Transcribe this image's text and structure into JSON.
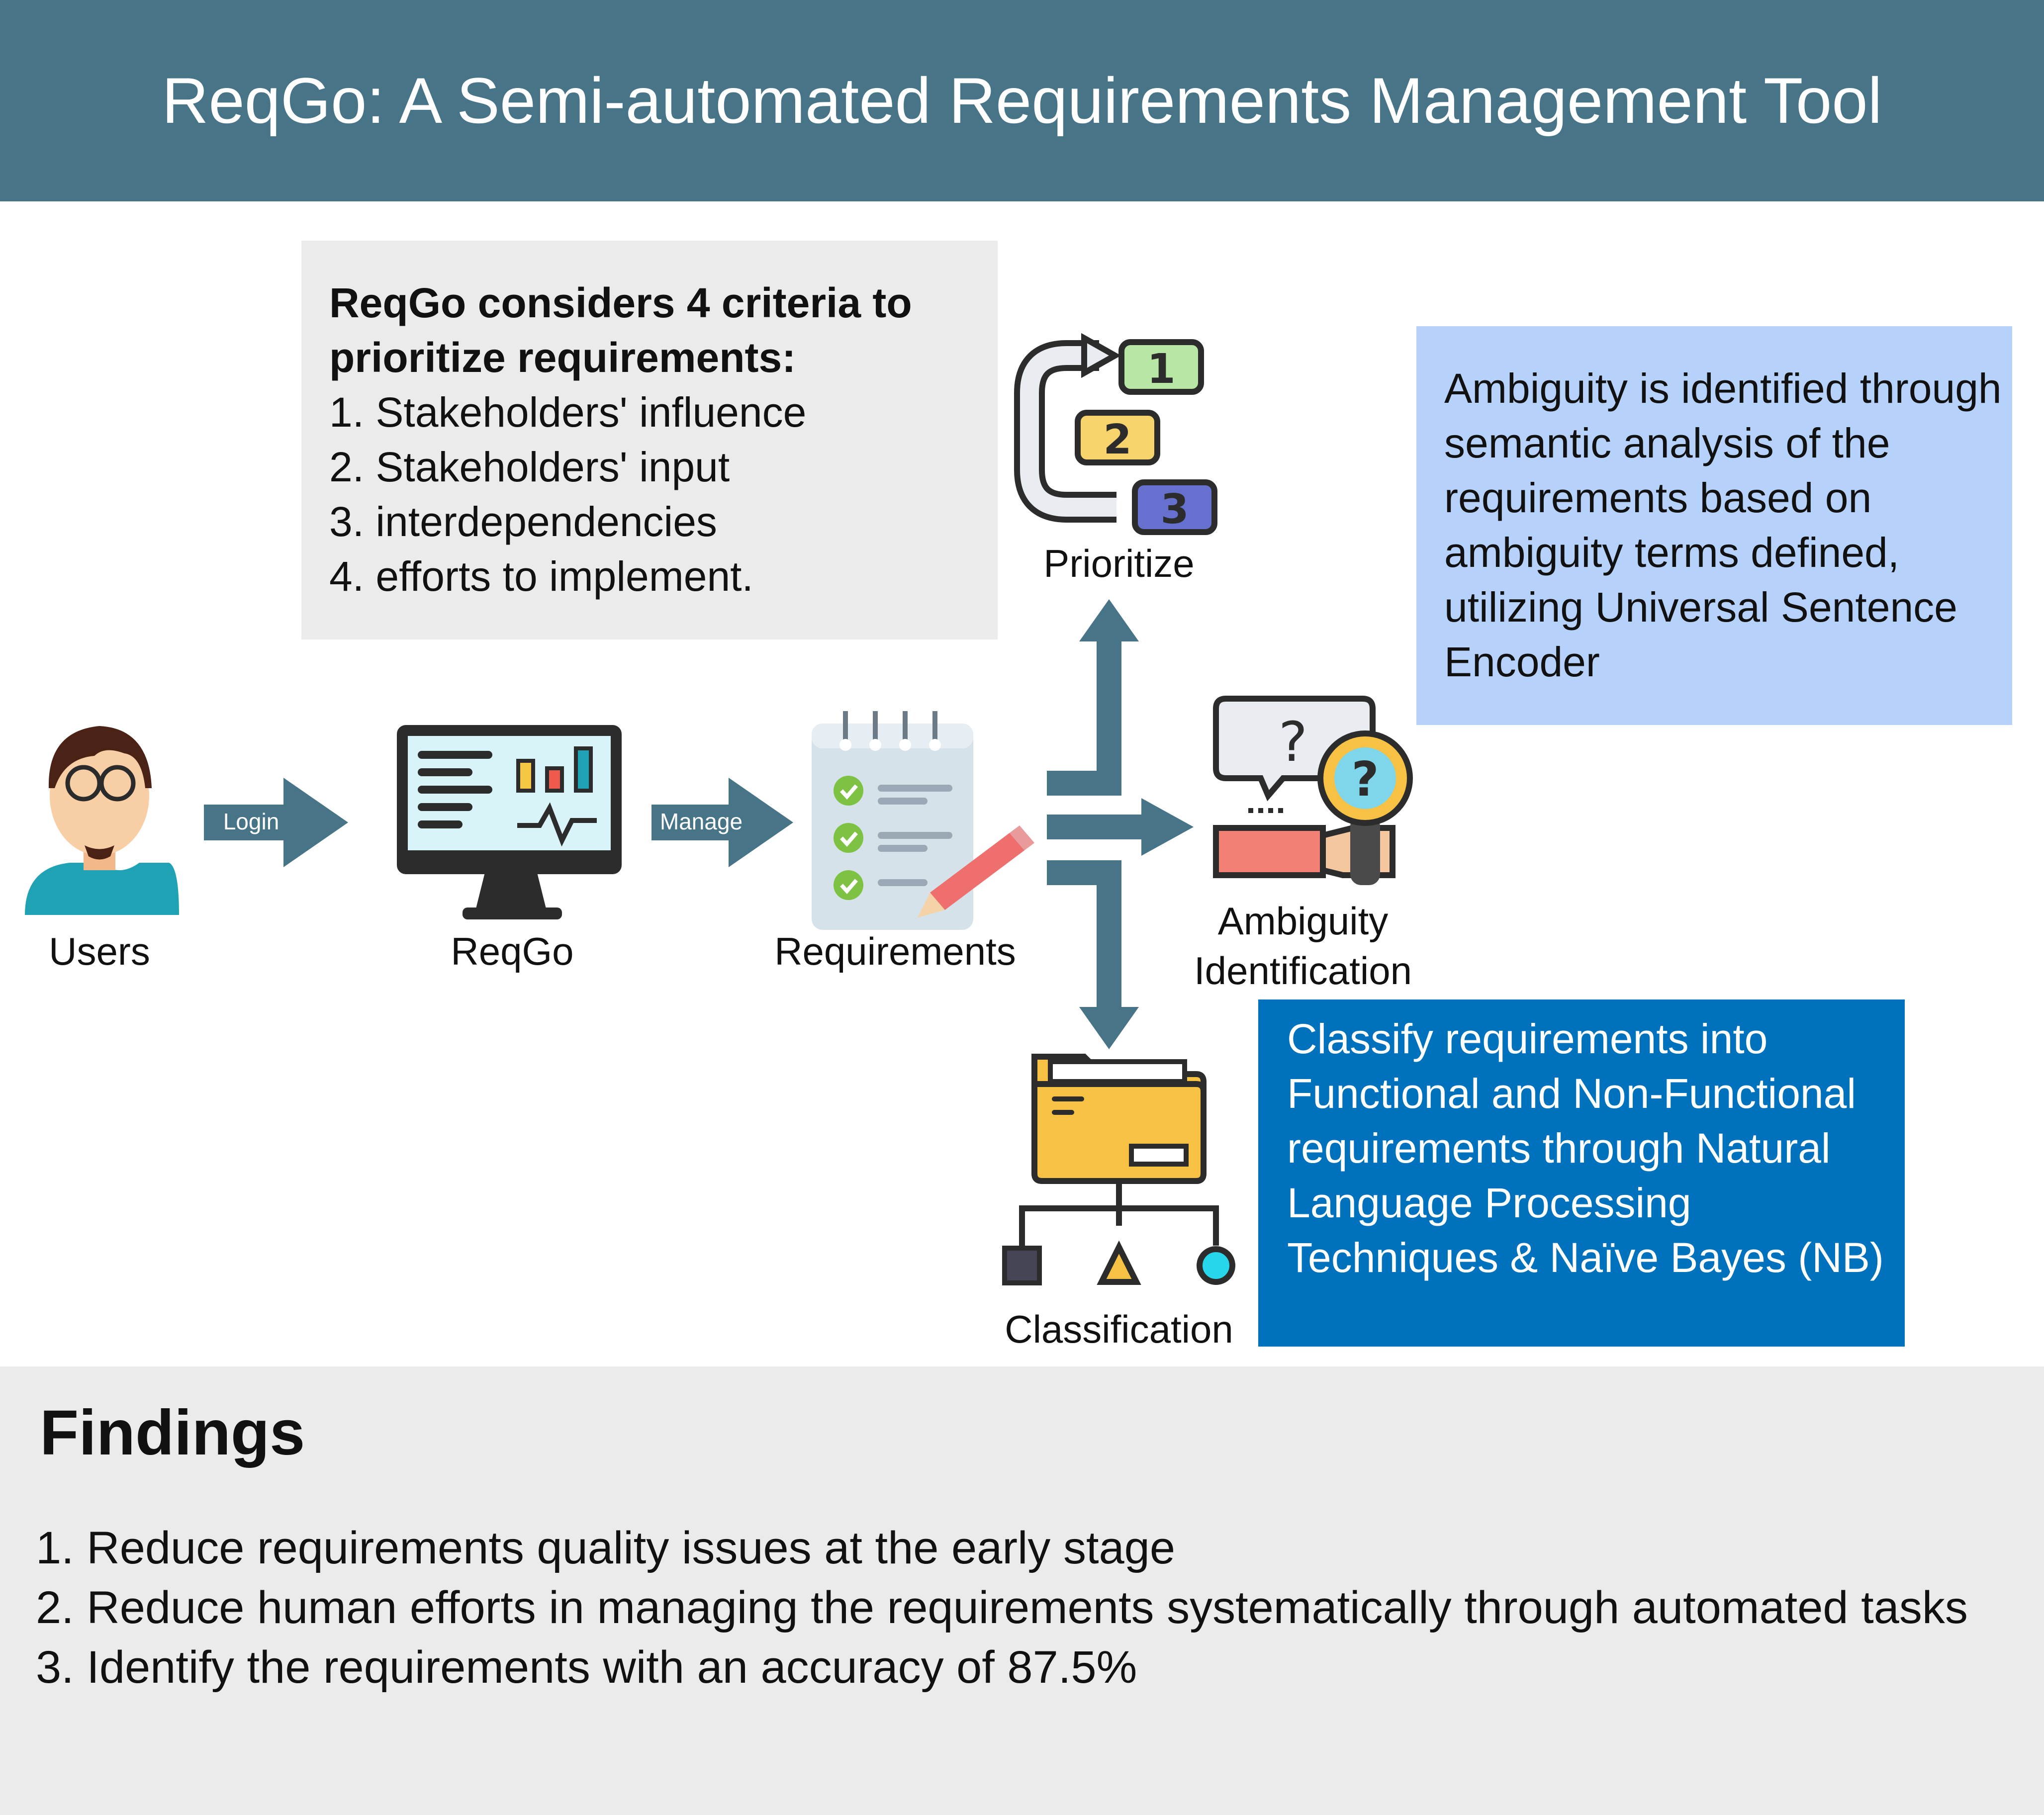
{
  "header": {
    "title": "ReqGo: A Semi-automated Requirements Management Tool"
  },
  "criteria": {
    "heading": "ReqGo considers 4 criteria to prioritize requirements:",
    "items": [
      "1. Stakeholders' influence",
      "2. Stakeholders' input",
      "3. interdependencies",
      "4. efforts to implement."
    ]
  },
  "ambiguity_note": {
    "text": "Ambiguity is identified through semantic analysis of the requirements based on ambiguity terms defined, utilizing Universal Sentence Encoder"
  },
  "classify_note": {
    "text": "Classify requirements into Functional and Non-Functional requirements through Natural Language Processing Techniques & Naïve Bayes (NB)"
  },
  "nodes": {
    "users": "Users",
    "reqgo": "ReqGo",
    "requirements": "Requirements",
    "prioritize": "Prioritize",
    "ambiguity_line1": "Ambiguity",
    "ambiguity_line2": "Identification",
    "classification": "Classification"
  },
  "arrows": {
    "login": "Login",
    "manage": "Manage"
  },
  "priority_numbers": [
    "1",
    "2",
    "3"
  ],
  "icons": [
    "user-icon",
    "monitor-dashboard-icon",
    "checklist-icon",
    "pencil-icon",
    "priority-steps-icon",
    "magnifier-question-icon",
    "folder-hierarchy-icon"
  ],
  "colors": {
    "header": "#477487",
    "arrow": "#477487",
    "criteria_bg": "#ebebeb",
    "ambiguity_bg": "#b6d2fb",
    "classify_bg": "#0072bd",
    "findings_bg": "#ebebeb"
  },
  "findings": {
    "title": "Findings",
    "items": [
      "1. Reduce requirements quality issues at the early stage",
      "2. Reduce human efforts in managing the requirements systematically through automated tasks",
      "3. Identify the requirements with an accuracy of 87.5%"
    ]
  }
}
